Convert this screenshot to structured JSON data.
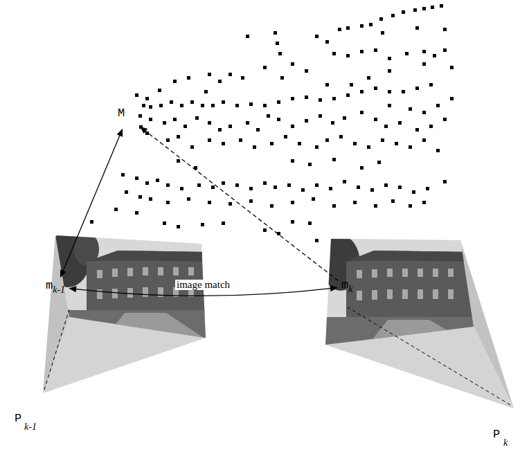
{
  "diagram": {
    "nodes": [
      {
        "text": [
          "M"
        ]
      },
      {
        "text": [
          "m",
          "k-1"
        ]
      },
      {
        "text": [
          "m",
          "k"
        ]
      }
    ],
    "edges": [
      {
        "from": 0,
        "to": 1,
        "arrow": "both"
      },
      {
        "from": 1,
        "to": 2,
        "label": "image match",
        "arrow": "both"
      },
      {
        "from": 2,
        "to": 0,
        "arrow": "to"
      }
    ],
    "labels": [
      "P",
      "k-1",
      "P",
      "k"
    ]
  }
}
